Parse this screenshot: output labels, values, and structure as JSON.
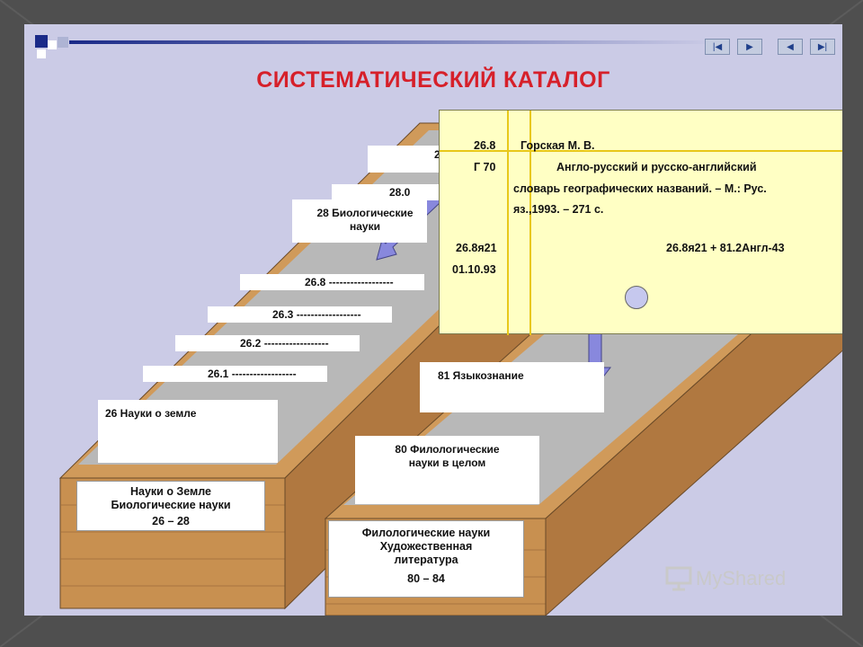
{
  "title": "СИСТЕМАТИЧЕСКИЙ КАТАЛОГ",
  "nav_icons": [
    "first-slide-icon",
    "next-slide-icon",
    "previous-slide-icon",
    "last-slide-icon"
  ],
  "colors": {
    "title": "#d6202a",
    "arrow": "#8888dd",
    "card": "#ffffc4",
    "wood": "#d09a5a"
  },
  "left_stack": {
    "steps": [
      "26 Науки о земле",
      "26.1 ------------------",
      "26.2 ------------------",
      "26.3 ------------------",
      "26.8 ------------------"
    ],
    "bio_line1": "28 Биологические",
    "bio_line2": "науки",
    "upper_steps": [
      "28.0",
      "2"
    ],
    "label_line1": "Науки о Земле",
    "label_line2": "Биологические науки",
    "label_range": "26 – 28"
  },
  "right_stack": {
    "step_top": "81 Языкознание",
    "step_line1": "80 Филологические",
    "step_line2": "науки в целом",
    "label_line1": "Филологические науки",
    "label_line2": "Художественная",
    "label_line3": "литература",
    "label_range": "80 – 84"
  },
  "card": {
    "class_index": "26.8",
    "author_sign": "Г 70",
    "author": "Горская М. В.",
    "title_line1": "Англо-русский и русско-английский",
    "title_line2": "словарь географических названий. – М.: Рус.",
    "title_line3": "яз.,1993. – 271 с.",
    "shelf_index": "26.8я21",
    "date": "01.10.93",
    "extra_index": "26.8я21 + 81.2Англ-43"
  },
  "watermark": "MyShared"
}
